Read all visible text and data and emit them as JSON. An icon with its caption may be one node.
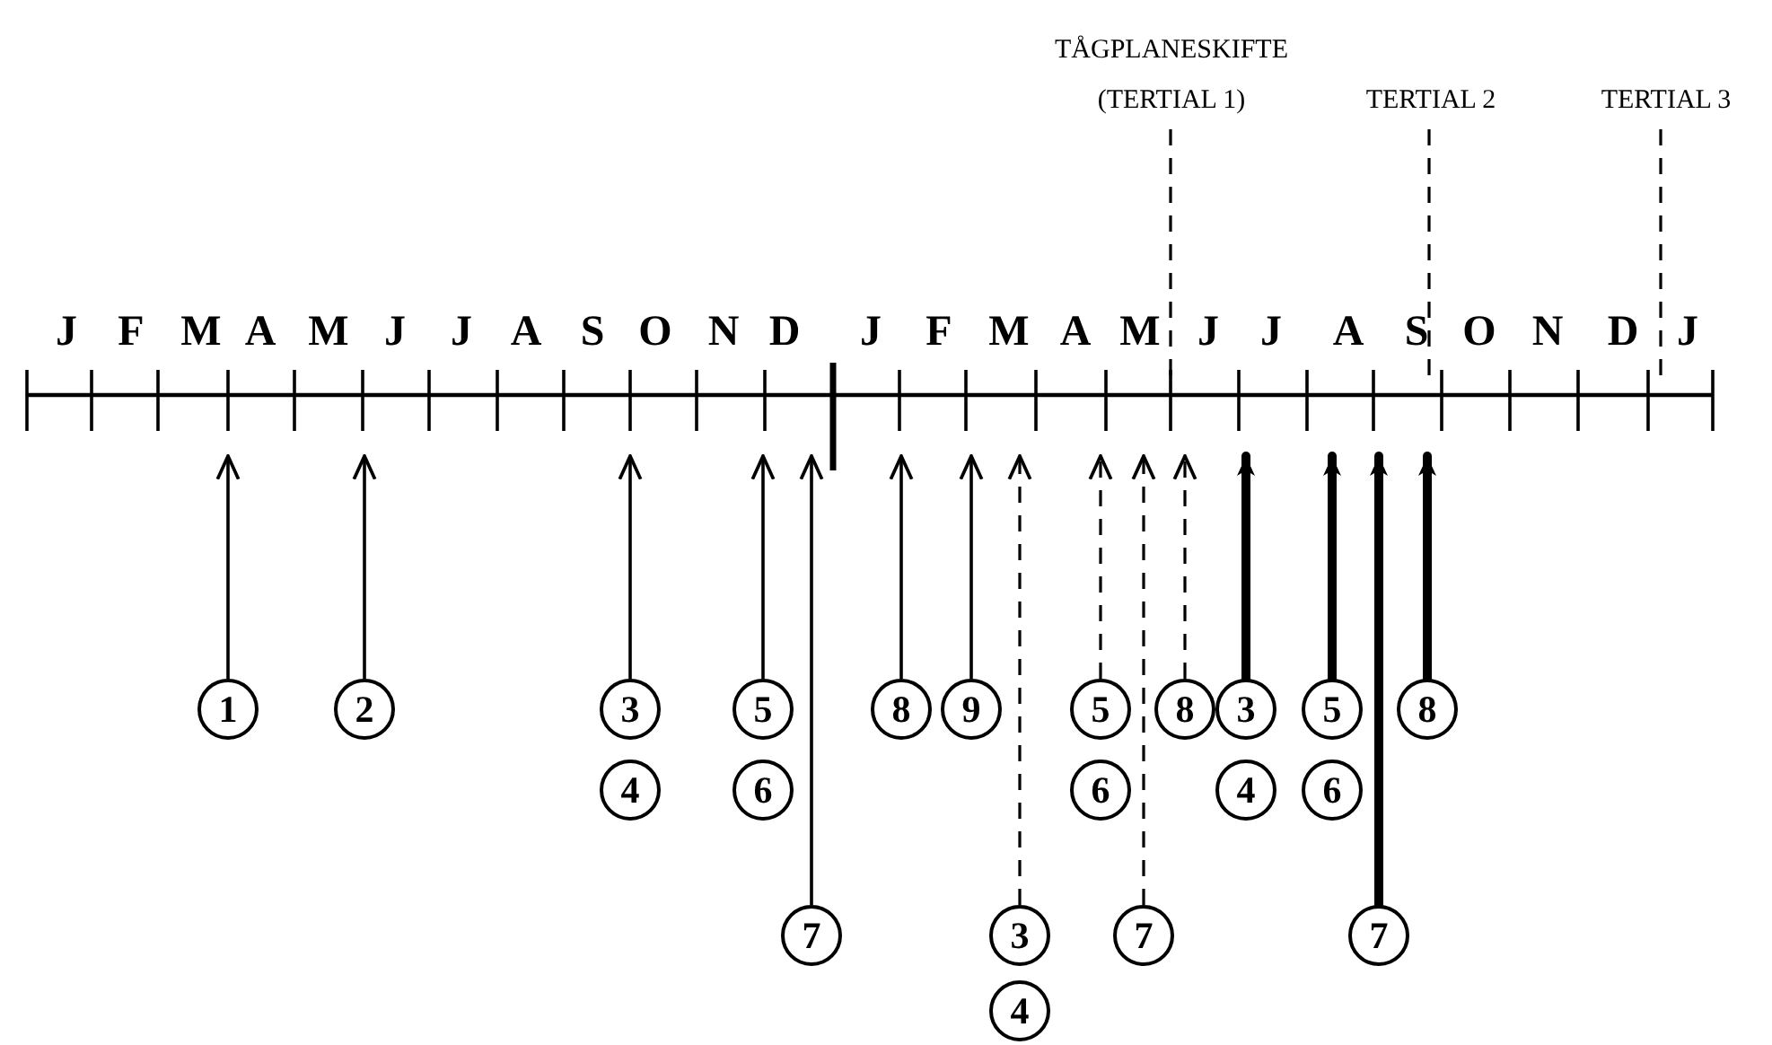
{
  "diagram": {
    "nodes": [
      {
        "text": [
          "TÅGPLANESKIFTE (TERTIAL 1)"
        ]
      },
      {
        "text": [
          "TERTIAL 2"
        ]
      },
      {
        "text": [
          "TERTIAL 3"
        ]
      },
      {
        "text": [
          "1"
        ]
      },
      {
        "text": [
          "2"
        ]
      },
      {
        "text": [
          "3"
        ]
      },
      {
        "text": [
          "4"
        ]
      },
      {
        "text": [
          "5"
        ]
      },
      {
        "text": [
          "6"
        ]
      },
      {
        "text": [
          "7"
        ]
      },
      {
        "text": [
          "8"
        ]
      },
      {
        "text": [
          "9"
        ]
      },
      {
        "text": [
          "3"
        ]
      },
      {
        "text": [
          "4"
        ]
      },
      {
        "text": [
          "5"
        ]
      },
      {
        "text": [
          "6"
        ]
      },
      {
        "text": [
          "7"
        ]
      },
      {
        "text": [
          "8"
        ]
      },
      {
        "text": [
          "3"
        ]
      },
      {
        "text": [
          "4"
        ]
      },
      {
        "text": [
          "5"
        ]
      },
      {
        "text": [
          "6"
        ]
      },
      {
        "text": [
          "7"
        ]
      },
      {
        "text": [
          "8"
        ]
      }
    ],
    "edges": [
      {
        "from": 0,
        "to": null,
        "arrow": "none",
        "style": "dashed"
      },
      {
        "from": 1,
        "to": null,
        "arrow": "none",
        "style": "dashed"
      },
      {
        "from": 2,
        "to": null,
        "arrow": "none",
        "style": "dashed"
      },
      {
        "from": 3,
        "to": null,
        "arrow": "to"
      },
      {
        "from": 4,
        "to": null,
        "arrow": "to"
      },
      {
        "from": 5,
        "to": null,
        "arrow": "to"
      },
      {
        "from": 7,
        "to": null,
        "arrow": "to"
      },
      {
        "from": 9,
        "to": null,
        "arrow": "to"
      },
      {
        "from": 10,
        "to": null,
        "arrow": "to"
      },
      {
        "from": 11,
        "to": null,
        "arrow": "to"
      },
      {
        "from": 12,
        "to": null,
        "arrow": "to",
        "style": "dashed"
      },
      {
        "from": 14,
        "to": null,
        "arrow": "to",
        "style": "dashed"
      },
      {
        "from": 16,
        "to": null,
        "arrow": "to",
        "style": "dashed"
      },
      {
        "from": 17,
        "to": null,
        "arrow": "to",
        "style": "dashed"
      },
      {
        "from": 18,
        "to": null,
        "arrow": "to",
        "style": "thick"
      },
      {
        "from": 20,
        "to": null,
        "arrow": "to",
        "style": "thick"
      },
      {
        "from": 22,
        "to": null,
        "arrow": "to",
        "style": "thick"
      },
      {
        "from": 23,
        "to": null,
        "arrow": "to",
        "style": "thick"
      }
    ],
    "labels": [
      "J",
      "F",
      "M",
      "A",
      "M",
      "J",
      "J",
      "A",
      "S",
      "O",
      "N",
      "D",
      "J",
      "F",
      "M",
      "A",
      "M",
      "J",
      "J",
      "A",
      "S",
      "O",
      "N",
      "D",
      "J"
    ]
  }
}
